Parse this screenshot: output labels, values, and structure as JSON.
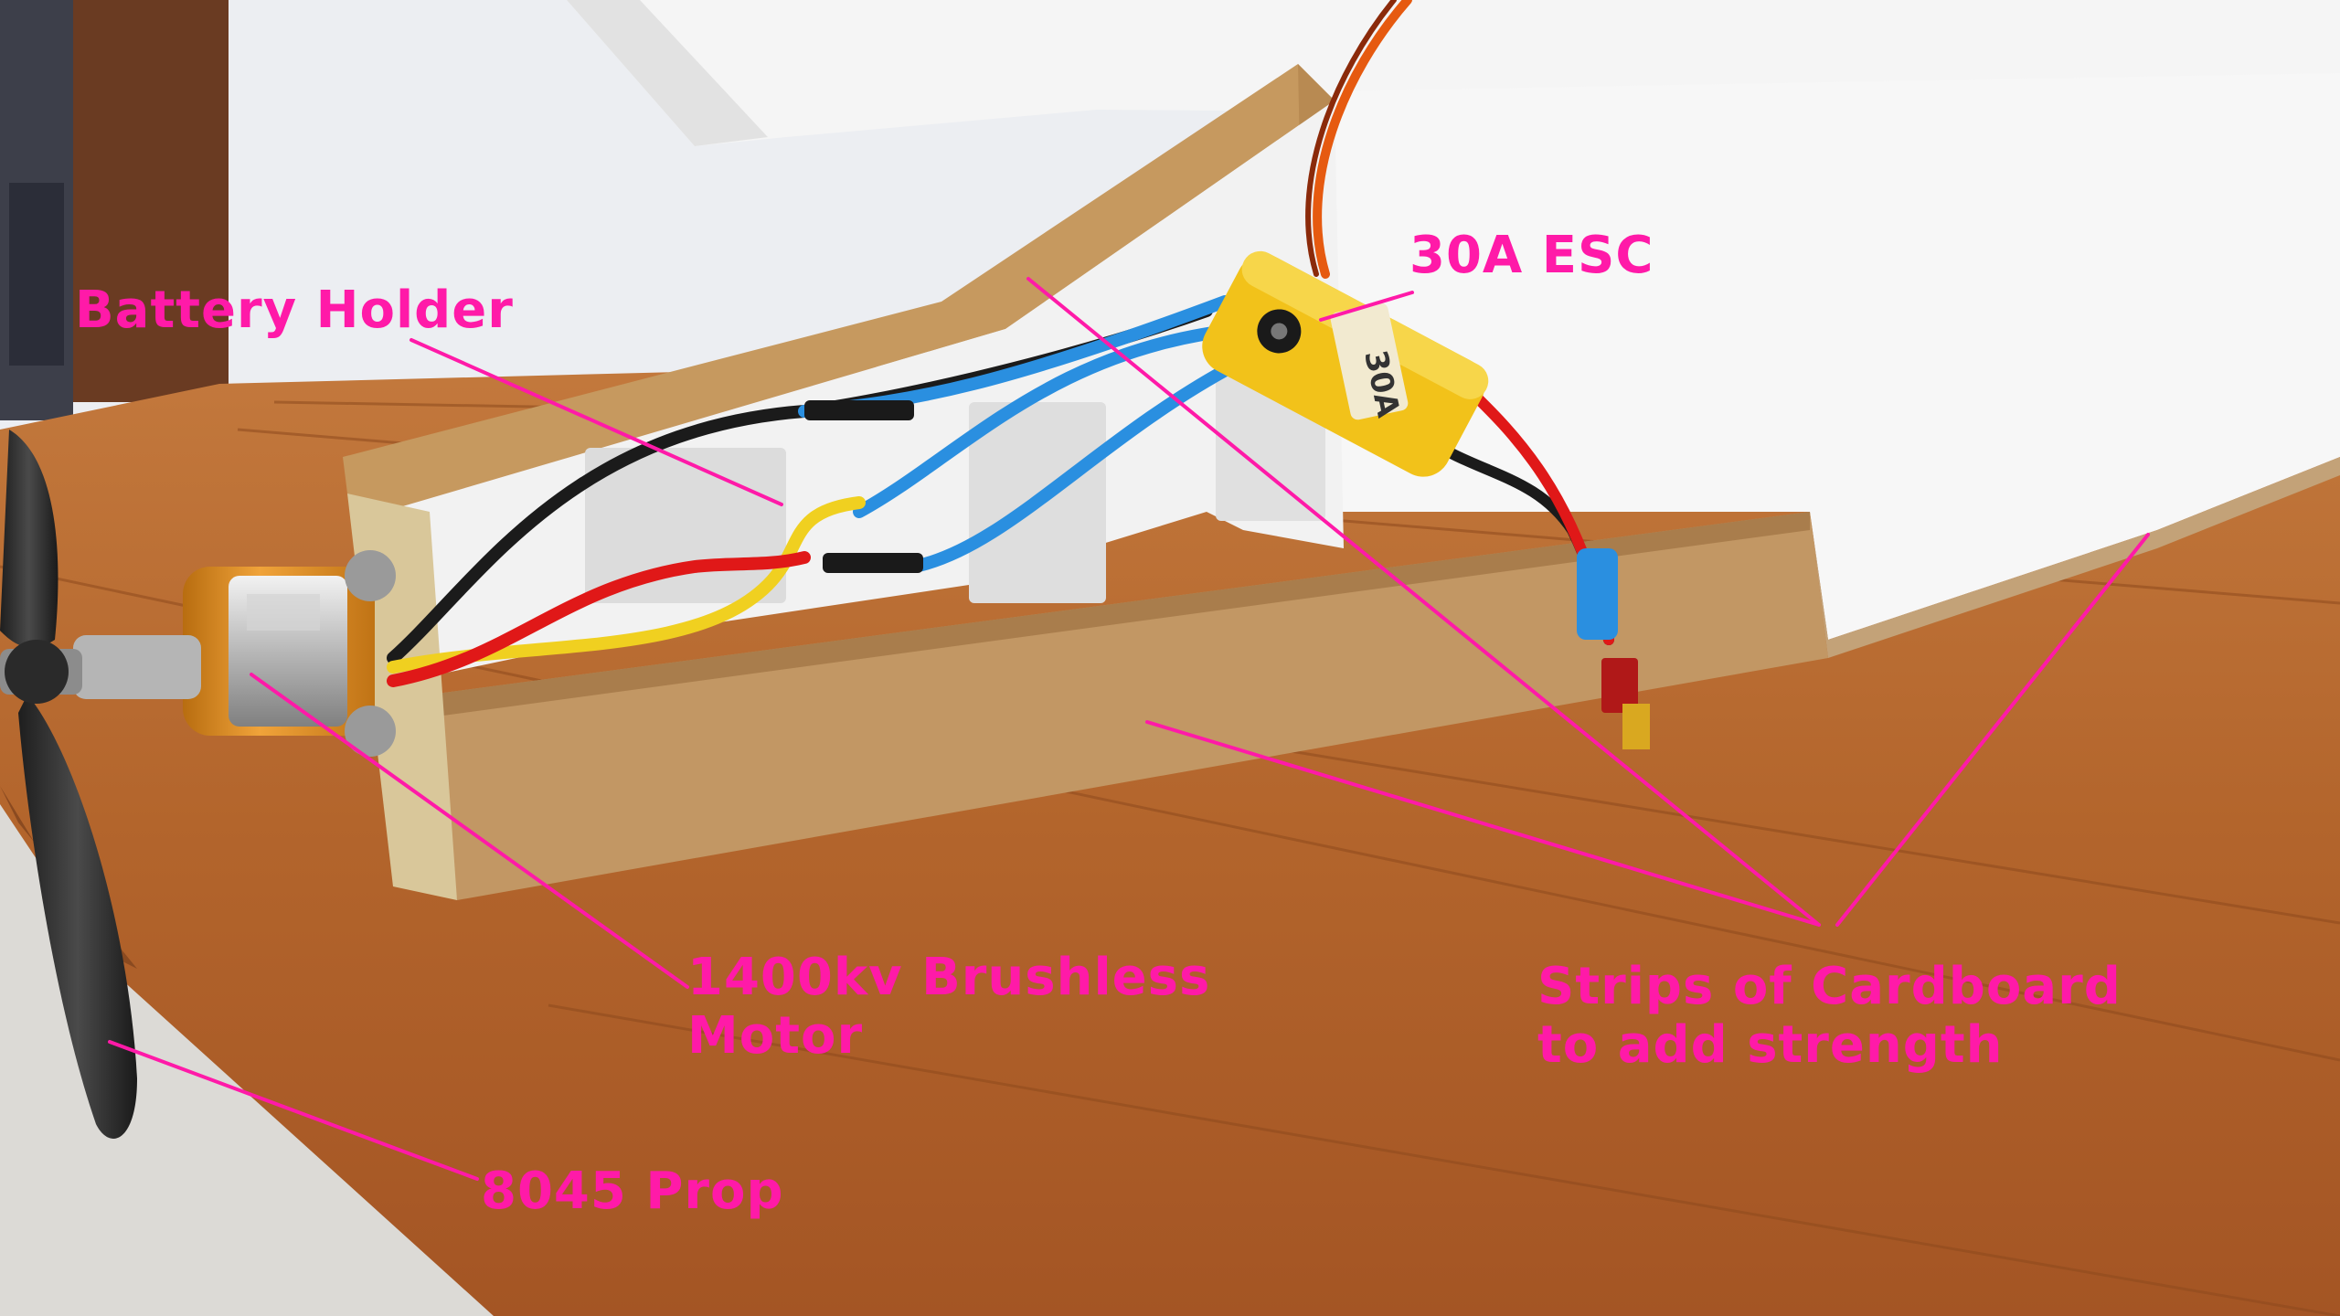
{
  "annotations": {
    "battery_holder": "Battery Holder",
    "esc": "30A ESC",
    "motor_line1": "1400kv Brushless",
    "motor_line2": "Motor",
    "strips_line1": "Strips of Cardboard",
    "strips_line2": "to add strength",
    "prop": "8045 Prop"
  },
  "esc_marking": "30A",
  "colors": {
    "annotation": "#ff1aa8",
    "wood": "#b8682e",
    "cardboard": "#c19660",
    "foam": "#f4f4f4",
    "esc_yellow": "#f2c21a",
    "wire_blue": "#2a8fe0",
    "motor_gold": "#d9861c"
  }
}
